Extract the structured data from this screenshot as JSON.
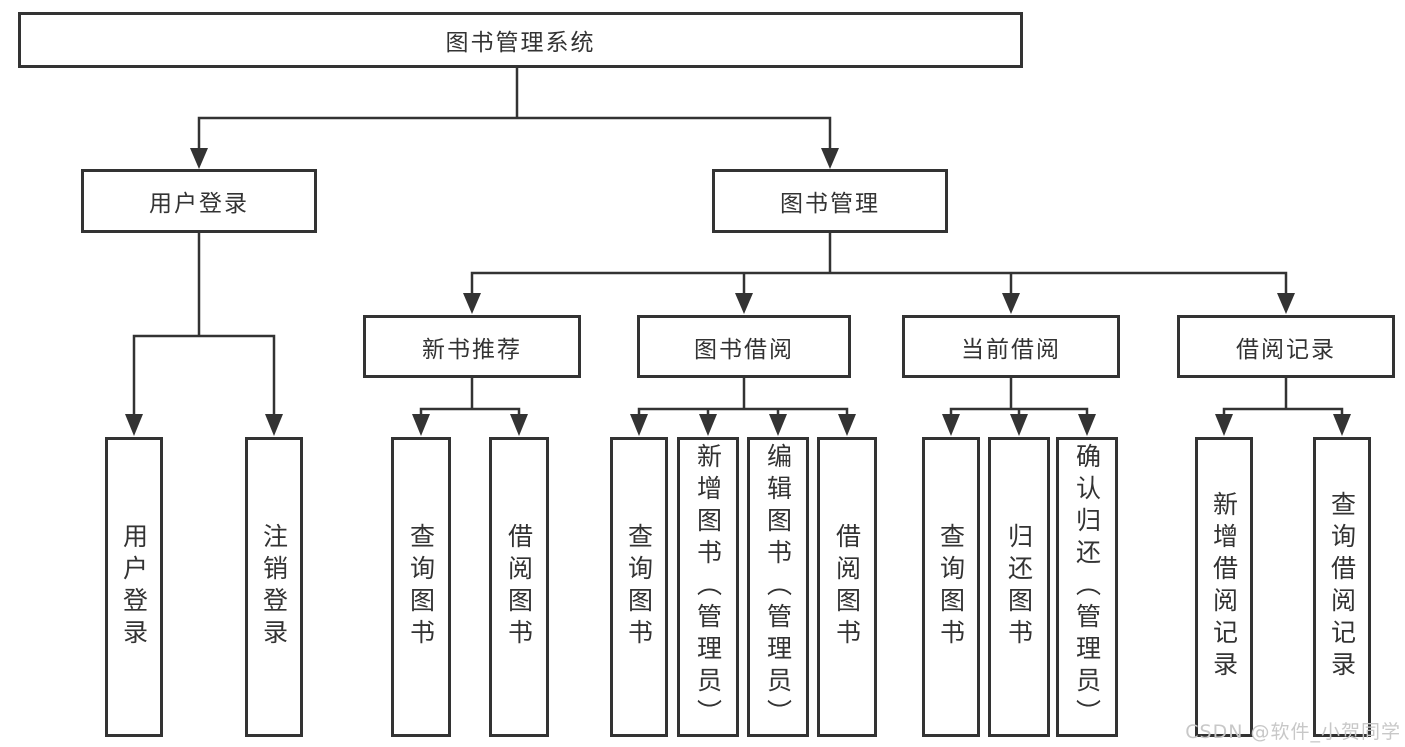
{
  "tree": {
    "label": "图书管理系统",
    "children": [
      {
        "label": "用户登录",
        "children": [
          {
            "label": "用户登录"
          },
          {
            "label": "注销登录"
          }
        ]
      },
      {
        "label": "图书管理",
        "children": [
          {
            "label": "新书推荐",
            "children": [
              {
                "label": "查询图书"
              },
              {
                "label": "借阅图书"
              }
            ]
          },
          {
            "label": "图书借阅",
            "children": [
              {
                "label": "查询图书"
              },
              {
                "label": "新增图书（管理员）"
              },
              {
                "label": "编辑图书（管理员）"
              },
              {
                "label": "借阅图书"
              }
            ]
          },
          {
            "label": "当前借阅",
            "children": [
              {
                "label": "查询图书"
              },
              {
                "label": "归还图书"
              },
              {
                "label": "确认归还（管理员）"
              }
            ]
          },
          {
            "label": "借阅记录",
            "children": [
              {
                "label": "新增借阅记录"
              },
              {
                "label": "查询借阅记录"
              }
            ]
          }
        ]
      }
    ]
  },
  "watermark": {
    "text": "CSDN @软件_小贺同学"
  },
  "colors": {
    "line": "#333333",
    "box_border": "#333333",
    "text": "#333333",
    "watermark": "#c8c8c8",
    "background": "#ffffff"
  }
}
